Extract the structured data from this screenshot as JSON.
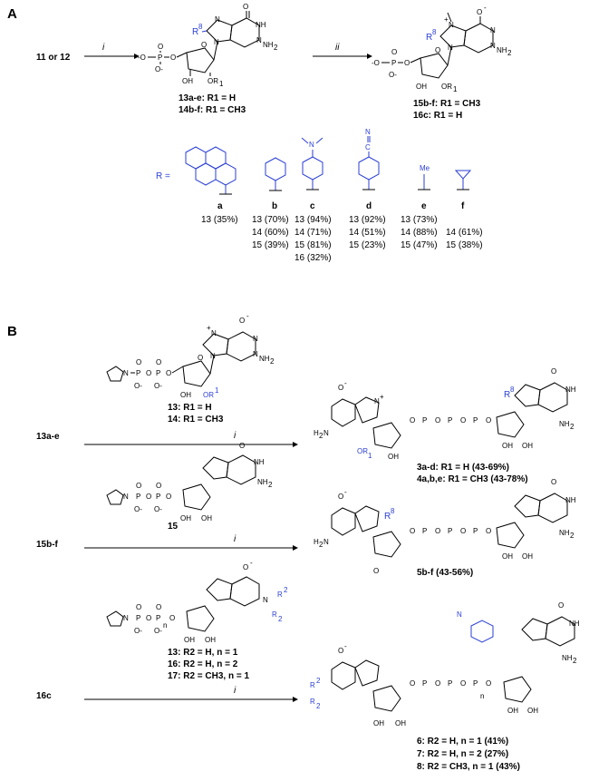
{
  "panels": {
    "a_label": "A",
    "b_label": "B"
  },
  "panelA": {
    "start": "11 or 12",
    "step1": "i",
    "step2": "ii",
    "prod1_line1": "13a-e: R1 = H",
    "prod1_line2": "14b-f: R1 = CH3",
    "prod2_line1": "15b-f: R1 = CH3",
    "prod2_line2": "16c: R1 = H",
    "r_label": "R =",
    "substituents": [
      {
        "letter": "a",
        "yields": [
          "13 (35%)"
        ]
      },
      {
        "letter": "b",
        "yields": [
          "13 (70%)",
          "14 (60%)",
          "15 (39%)"
        ]
      },
      {
        "letter": "c",
        "yields": [
          "13 (94%)",
          "14 (71%)",
          "15 (81%)",
          "16 (32%)"
        ]
      },
      {
        "letter": "d",
        "yields": [
          "13 (92%)",
          "14 (51%)",
          "15 (23%)"
        ]
      },
      {
        "letter": "e",
        "yields": [
          "13 (73%)",
          "14 (88%)",
          "15 (47%)"
        ]
      },
      {
        "letter": "f",
        "yields": [
          "14 (61%)",
          "15 (38%)"
        ]
      }
    ],
    "me_label": "Me",
    "cn_label": "N"
  },
  "panelB": {
    "row1": {
      "start": "13a-e",
      "reagent1": "13: R1 = H",
      "reagent2": "14: R1 = CH3",
      "step": "i",
      "prod1": "3a-d: R1 = H (43-69%)",
      "prod2": "4a,b,e: R1 = CH3 (43-78%)"
    },
    "row2": {
      "start": "15b-f",
      "reagent": "15",
      "step": "i",
      "prod": "5b-f (43-56%)"
    },
    "row3": {
      "start": "16c",
      "reagent1": "13: R2 = H, n = 1",
      "reagent2": "16: R2 = H, n = 2",
      "reagent3": "17: R2 = CH3, n = 1",
      "step": "i",
      "prod1": "6: R2 = H, n = 1 (41%)",
      "prod2": "7: R2 = H, n = 2 (27%)",
      "prod3": "8: R2 = CH3, n = 1 (43%)"
    }
  },
  "atoms": {
    "O": "O",
    "OH": "OH",
    "N": "N",
    "NH": "NH",
    "NH2": "NH2",
    "P": "P",
    "R8": "R8",
    "OR1": "OR1"
  },
  "colors": {
    "accent": "#2b3fd6",
    "ink": "#000000"
  }
}
